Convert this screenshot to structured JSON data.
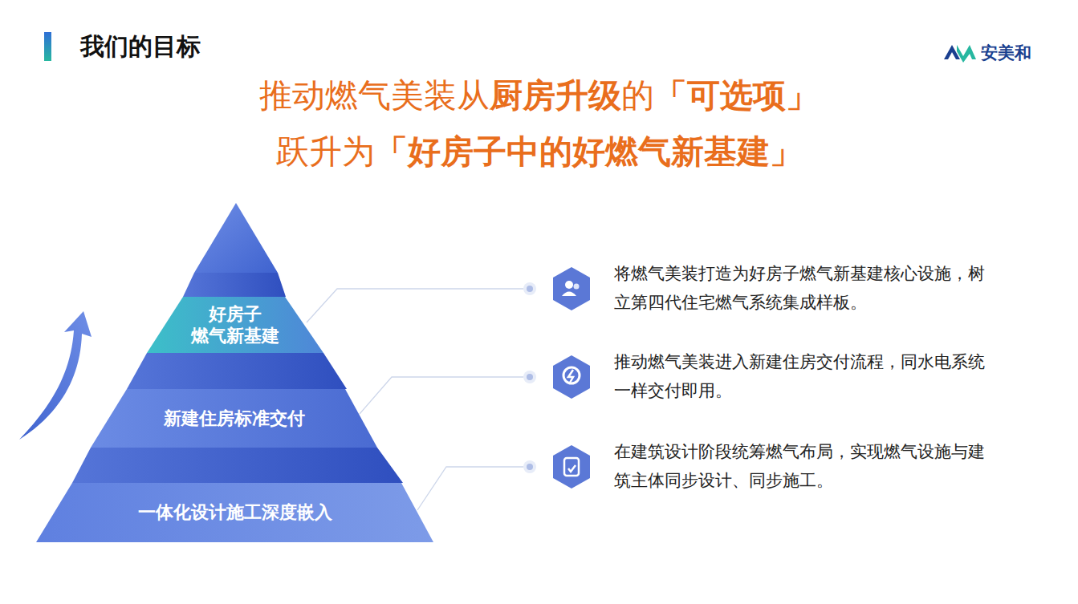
{
  "diagram": {
    "title": "我们的目标",
    "nodes": [
      {
        "text": [
          "好房子 燃气新基建"
        ]
      },
      {
        "text": [
          "新建住房标准交付"
        ]
      },
      {
        "text": [
          "一体化设计施工深度嵌入"
        ]
      }
    ],
    "labels": [
      "推动燃气美装从",
      "厨房升级",
      "的",
      "「可选项」",
      "跃升为",
      "「好房子中的好燃气新基建」",
      "将燃气美装打造为好房子燃气新基建核心设施，树立第四代住宅燃气系统集成样板。",
      "推动燃气美装进入新建住房交付流程，同水电系统一样交付即用。",
      "在建筑设计阶段统筹燃气布局，实现燃气设施与建筑主体同步设计、同步施工。",
      "安美和"
    ]
  }
}
